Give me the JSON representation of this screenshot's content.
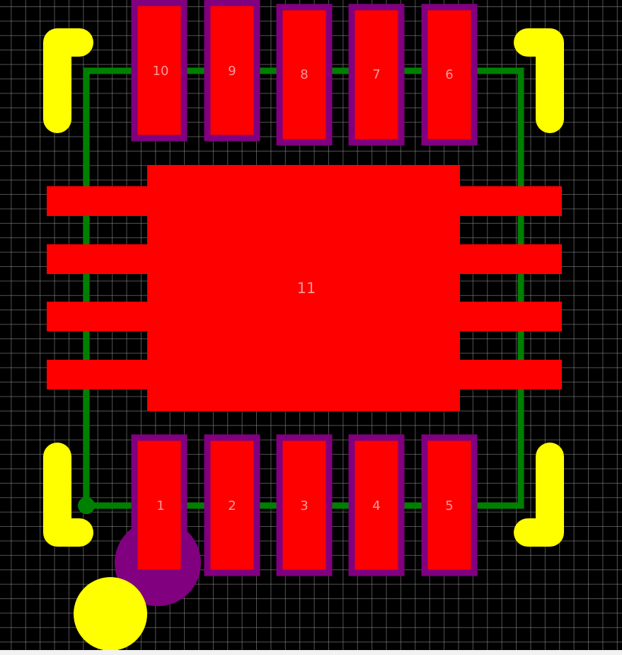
{
  "pads": {
    "top": [
      "10",
      "9",
      "8",
      "7",
      "6"
    ],
    "bottom": [
      "1",
      "2",
      "3",
      "4",
      "5"
    ],
    "thermal": "11"
  },
  "colors": {
    "background": "#000000",
    "grid": "#969696",
    "copper": "#ff0000",
    "solder_mask": "#800080",
    "silkscreen": "#ffff00",
    "outline": "#008000",
    "pad_label": "#ff9a9a"
  }
}
